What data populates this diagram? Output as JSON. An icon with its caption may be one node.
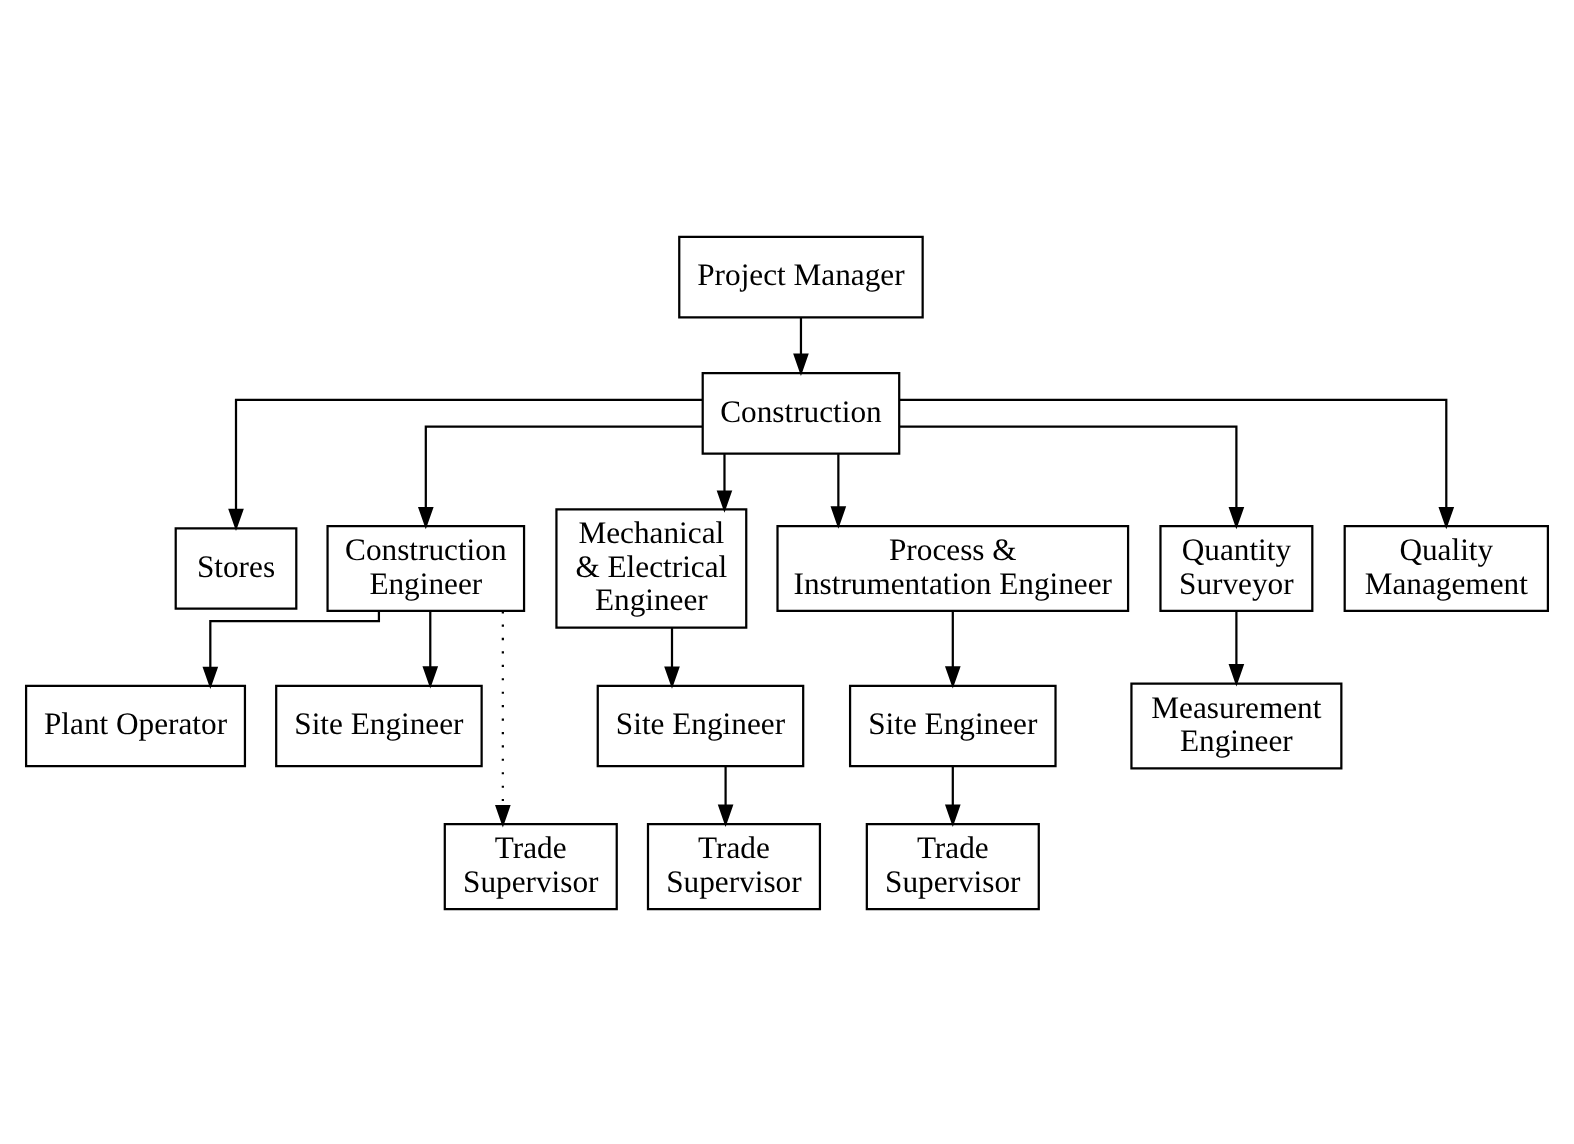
{
  "diagram": {
    "nodes": [
      {
        "text": [
          "Project Manager"
        ]
      },
      {
        "text": [
          "Construction"
        ]
      },
      {
        "text": [
          "Stores"
        ]
      },
      {
        "text": [
          "Construction Engineer"
        ]
      },
      {
        "text": [
          "Mechanical & Electrical Engineer"
        ]
      },
      {
        "text": [
          "Process & Instrumentation Engineer"
        ]
      },
      {
        "text": [
          "Quantity Surveyor"
        ]
      },
      {
        "text": [
          "Quality Management"
        ]
      },
      {
        "text": [
          "Plant Operator"
        ]
      },
      {
        "text": [
          "Site Engineer"
        ]
      },
      {
        "text": [
          "Site Engineer"
        ]
      },
      {
        "text": [
          "Site Engineer"
        ]
      },
      {
        "text": [
          "Measurement Engineer"
        ]
      },
      {
        "text": [
          "Trade Supervisor"
        ]
      },
      {
        "text": [
          "Trade Supervisor"
        ]
      },
      {
        "text": [
          "Trade Supervisor"
        ]
      }
    ],
    "edges": [
      {
        "from": 0,
        "to": 1,
        "arrow": "to"
      },
      {
        "from": 1,
        "to": 2,
        "arrow": "to"
      },
      {
        "from": 1,
        "to": 3,
        "arrow": "to"
      },
      {
        "from": 1,
        "to": 4,
        "arrow": "to"
      },
      {
        "from": 1,
        "to": 5,
        "arrow": "to"
      },
      {
        "from": 1,
        "to": 6,
        "arrow": "to"
      },
      {
        "from": 1,
        "to": 7,
        "arrow": "to"
      },
      {
        "from": 3,
        "to": 8,
        "arrow": "to"
      },
      {
        "from": 3,
        "to": 9,
        "arrow": "to"
      },
      {
        "from": 3,
        "to": 13,
        "arrow": "to",
        "style": "dashed"
      },
      {
        "from": 4,
        "to": 10,
        "arrow": "to"
      },
      {
        "from": 5,
        "to": 11,
        "arrow": "to"
      },
      {
        "from": 6,
        "to": 12,
        "arrow": "to"
      },
      {
        "from": 10,
        "to": 14,
        "arrow": "to"
      },
      {
        "from": 11,
        "to": 15,
        "arrow": "to"
      }
    ]
  }
}
